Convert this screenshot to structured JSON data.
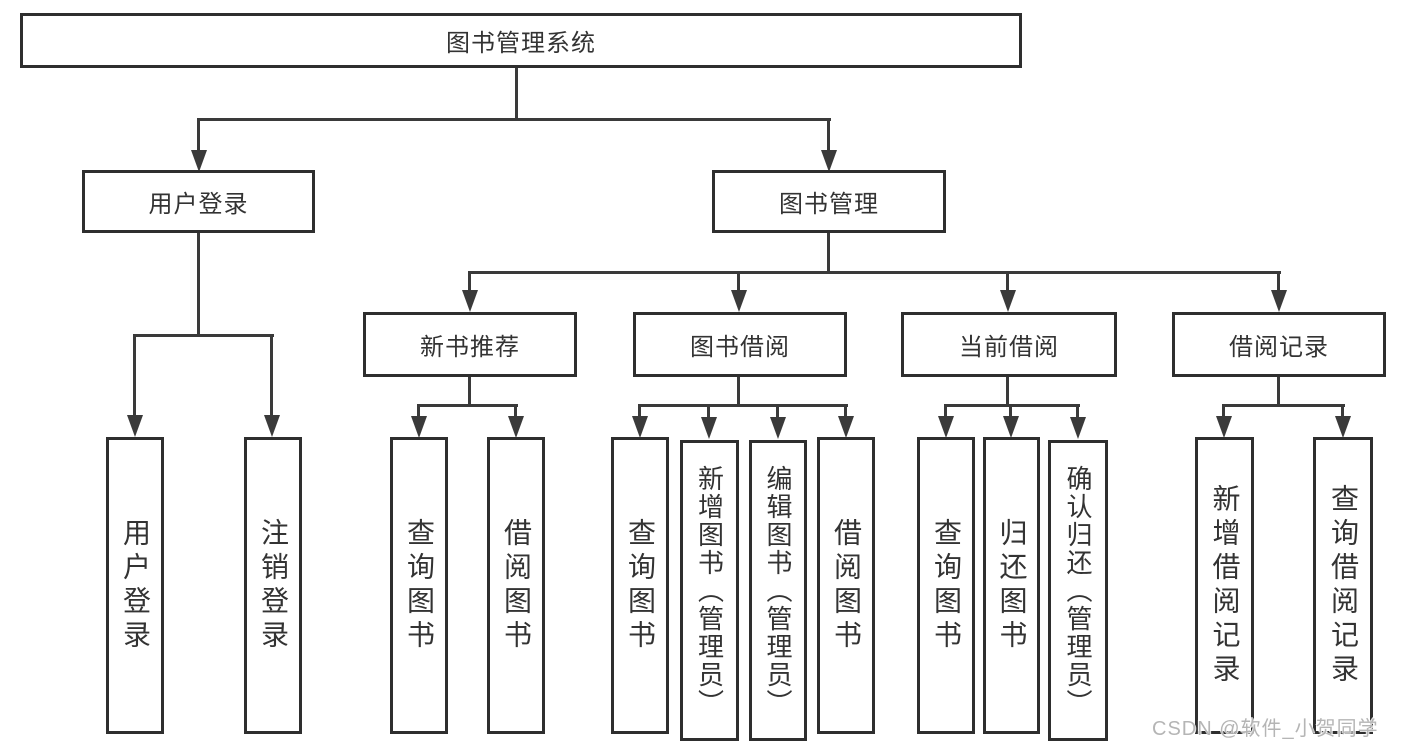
{
  "tree": {
    "label": "图书管理系统",
    "children": [
      {
        "label": "用户登录",
        "children": [
          {
            "label": "用户登录"
          },
          {
            "label": "注销登录"
          }
        ]
      },
      {
        "label": "图书管理",
        "children": [
          {
            "label": "新书推荐",
            "children": [
              {
                "label": "查询图书"
              },
              {
                "label": "借阅图书"
              }
            ]
          },
          {
            "label": "图书借阅",
            "children": [
              {
                "label": "查询图书"
              },
              {
                "label": "新增图书（管理员）"
              },
              {
                "label": "编辑图书（管理员）"
              },
              {
                "label": "借阅图书"
              }
            ]
          },
          {
            "label": "当前借阅",
            "children": [
              {
                "label": "查询图书"
              },
              {
                "label": "归还图书"
              },
              {
                "label": "确认归还（管理员）"
              }
            ]
          },
          {
            "label": "借阅记录",
            "children": [
              {
                "label": "新增借阅记录"
              },
              {
                "label": "查询借阅记录"
              }
            ]
          }
        ]
      }
    ]
  },
  "watermark": "CSDN @软件_小贺同学",
  "colors": {
    "line": "#3a3a3a",
    "border": "#2e2e2e",
    "text": "#333333",
    "watermark": "#b5b5b5",
    "background": "#ffffff"
  }
}
